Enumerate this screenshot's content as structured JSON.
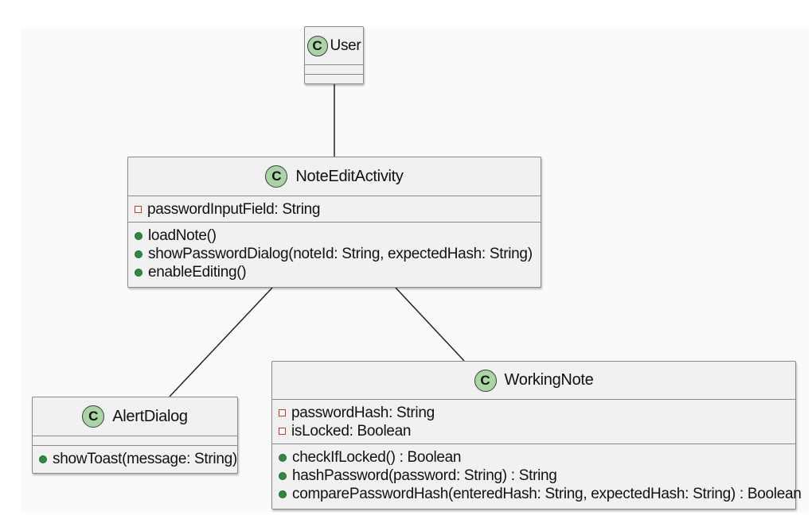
{
  "diagram": {
    "classes": [
      {
        "id": "user",
        "name": "User",
        "stereotype_icon": "C",
        "attributes": [],
        "methods": []
      },
      {
        "id": "noteeditactivity",
        "name": "NoteEditActivity",
        "stereotype_icon": "C",
        "attributes": [
          {
            "visibility": "private",
            "text": "passwordInputField: String"
          }
        ],
        "methods": [
          {
            "visibility": "public",
            "text": "loadNote()"
          },
          {
            "visibility": "public",
            "text": "showPasswordDialog(noteId: String, expectedHash: String)"
          },
          {
            "visibility": "public",
            "text": "enableEditing()"
          }
        ]
      },
      {
        "id": "alertdialog",
        "name": "AlertDialog",
        "stereotype_icon": "C",
        "attributes": [],
        "methods": [
          {
            "visibility": "public",
            "text": "showToast(message: String)"
          }
        ]
      },
      {
        "id": "workingnote",
        "name": "WorkingNote",
        "stereotype_icon": "C",
        "attributes": [
          {
            "visibility": "private",
            "text": "passwordHash: String"
          },
          {
            "visibility": "private",
            "text": "isLocked: Boolean"
          }
        ],
        "methods": [
          {
            "visibility": "public",
            "text": "checkIfLocked() : Boolean"
          },
          {
            "visibility": "public",
            "text": "hashPassword(password: String) : String"
          },
          {
            "visibility": "public",
            "text": "comparePasswordHash(enteredHash: String, expectedHash: String) : Boolean"
          }
        ]
      }
    ],
    "associations": [
      {
        "from": "user",
        "to": "noteeditactivity"
      },
      {
        "from": "noteeditactivity",
        "to": "alertdialog"
      },
      {
        "from": "noteeditactivity",
        "to": "workingnote"
      }
    ],
    "colors": {
      "class_fill": "#f1f1f1",
      "class_border": "#8a8a8a",
      "badge_fill": "#a9d4a4",
      "private_marker": "#c0392b",
      "public_marker": "#2e8b3d",
      "edge": "#222222"
    }
  }
}
